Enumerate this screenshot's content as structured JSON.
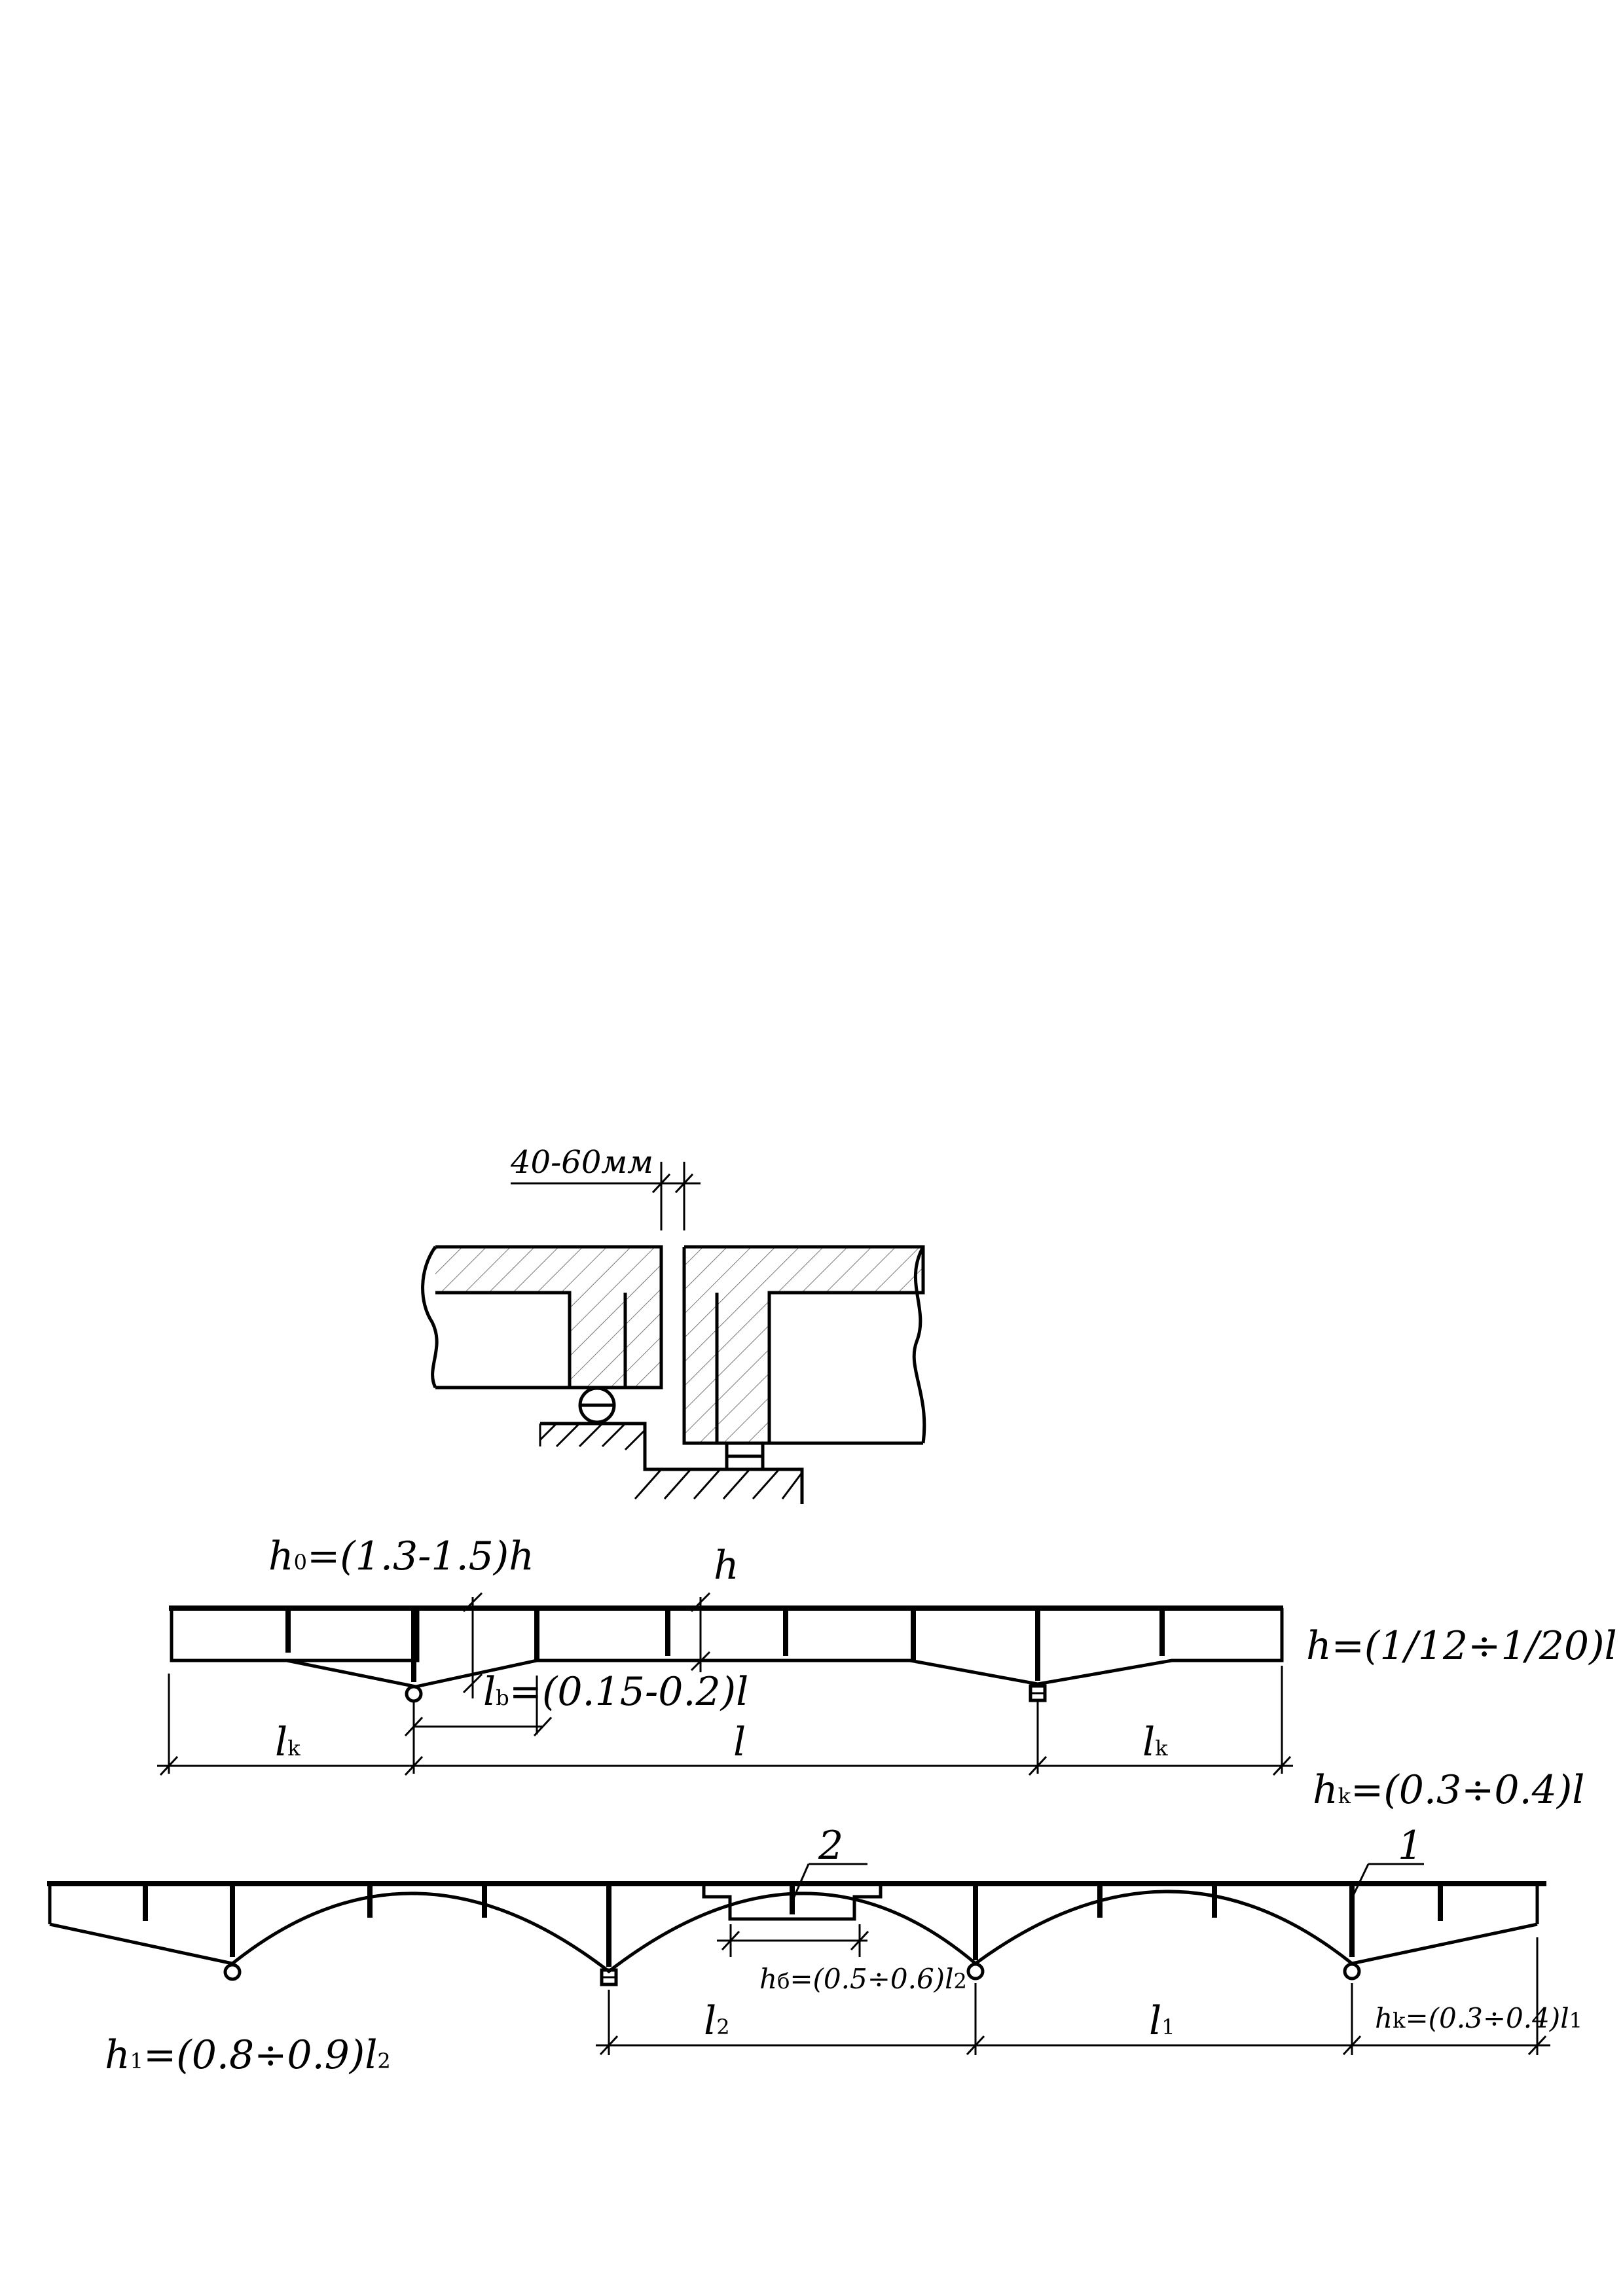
{
  "detail": {
    "gap_label": "40-60мм"
  },
  "beam1": {
    "h0_label": "h",
    "h0_sub": "0",
    "h0_rest": "=(1.3-1.5)h",
    "h_label": "h",
    "h_formula": "h=(1/12÷1/20)l",
    "lb_label": "l",
    "lb_sub": "b",
    "lb_rest": "=(0.15-0.2)l",
    "lk_left": "l",
    "lk_left_sub": "k",
    "l_label": "l",
    "lk_right": "l",
    "lk_right_sub": "k",
    "hk_label": "h",
    "hk_sub": "k",
    "hk_rest": "=(0.3÷0.4)l"
  },
  "beam2": {
    "marker1": "1",
    "marker2": "2",
    "hb_label": "h",
    "hb_sub": "б",
    "hb_rest": "=(0.5÷0.6)l",
    "hb_tail_sub": "2",
    "l2_label": "l",
    "l2_sub": "2",
    "l1_label": "l",
    "l1_sub": "1",
    "hk_label": "h",
    "hk_sub": "k",
    "hk_rest": "=(0.3÷0.4)l",
    "hk_tail_sub": "1",
    "h1_label": "h",
    "h1_sub": "1",
    "h1_rest": "=(0.8÷0.9)l",
    "h1_tail_sub": "2"
  }
}
